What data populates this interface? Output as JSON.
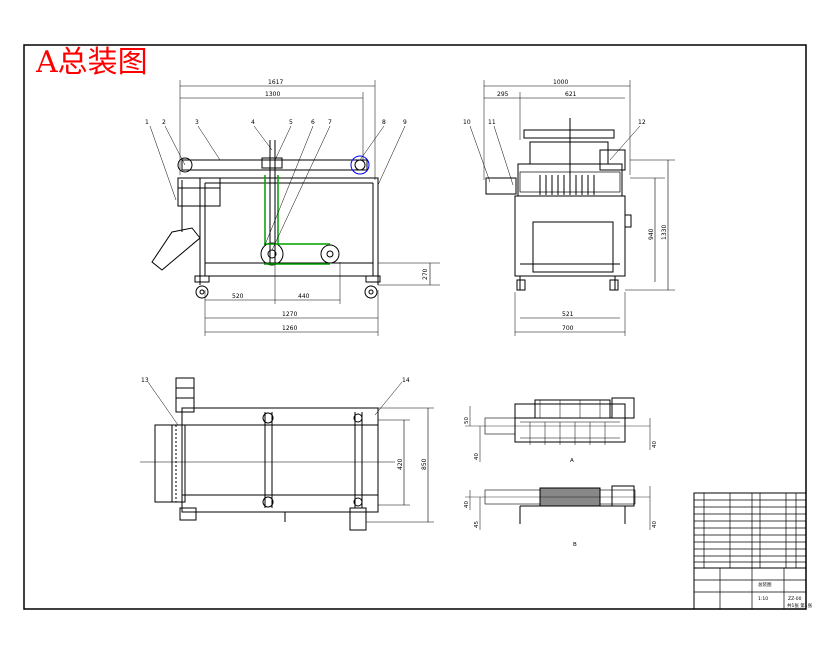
{
  "title": "A总装图",
  "colors": {
    "title": "#ff0000",
    "line": "#000000",
    "dim": "#0000ff",
    "belt": "#00a000"
  },
  "front_view": {
    "overall_widths": [
      "1617",
      "1300"
    ],
    "balloons": [
      "1",
      "2",
      "3",
      "4",
      "5",
      "6",
      "7",
      "8",
      "9"
    ],
    "dim_right": "270",
    "dim_bottom": [
      "520",
      "440",
      "1270",
      "1260"
    ]
  },
  "side_view": {
    "overall_width": "1000",
    "balloons": [
      "10",
      "11",
      "12"
    ],
    "dims_top": [
      "295",
      "621"
    ],
    "dims_right": [
      "1330",
      "940"
    ],
    "dims_bottom": [
      "521",
      "700"
    ]
  },
  "top_view": {
    "balloons": [
      "13",
      "14"
    ],
    "dims_right": [
      "420",
      "850"
    ]
  },
  "detail_views": {
    "detail_a_label": "A",
    "detail_b_label": "B",
    "dims_upper_left": [
      "50",
      "40"
    ],
    "dims_upper_right": "40",
    "dims_lower_left": [
      "40",
      "45"
    ],
    "dims_lower_right": "40"
  },
  "title_block": {
    "name": "总装图",
    "scale": "1:10",
    "drawing_no": "ZZ-00",
    "sheet": "共1张 第1张"
  }
}
